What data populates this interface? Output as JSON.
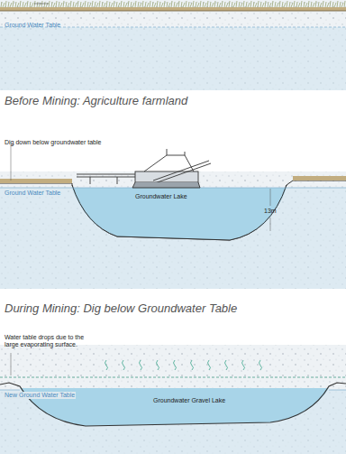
{
  "diagram": {
    "labels": [
      "Ground Water Table",
      "Before Mining: Agriculture farmland",
      "Dig down below groundwater table",
      "Ground Water Table",
      "Groundwater Lake",
      "13m",
      "During Mining: Dig below Groundwater Table",
      "Water table drops due to the large evaporating surface.",
      "New Ground Water Table",
      "Groundwater Gravel Lake"
    ]
  }
}
